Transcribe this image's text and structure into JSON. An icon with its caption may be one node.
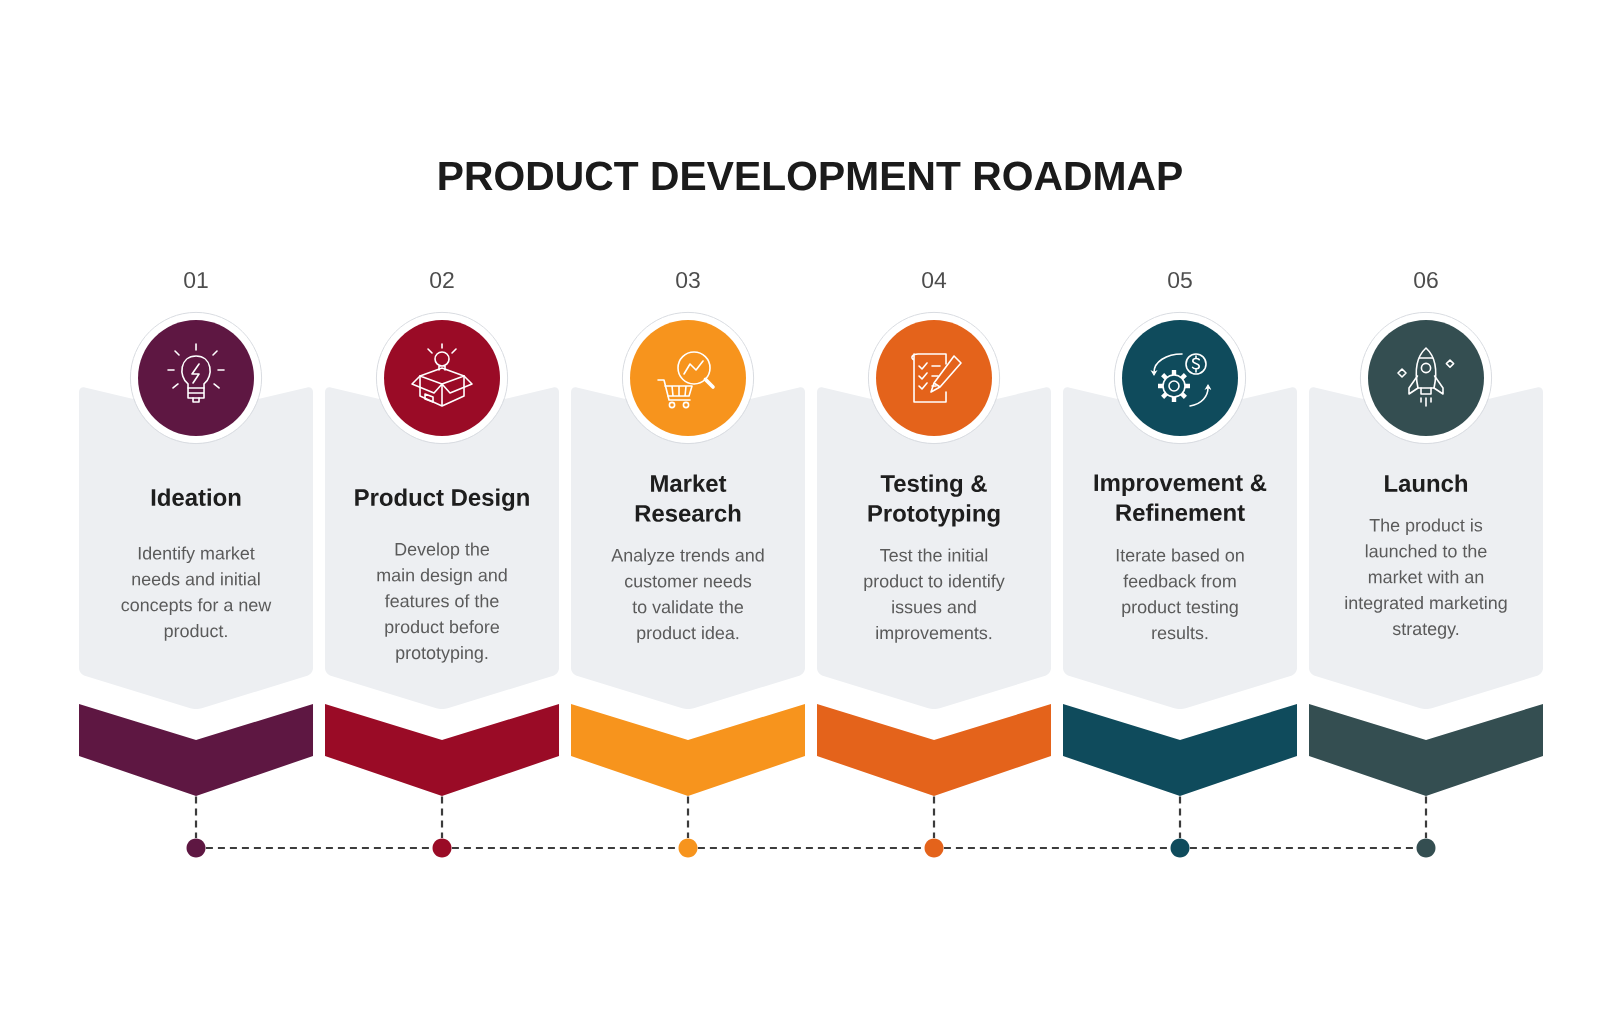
{
  "diagram": {
    "title": "PRODUCT DEVELOPMENT ROADMAP",
    "nodes": [
      {
        "text": [
          "Ideation",
          "Identify market needs and initial concepts for a new product."
        ]
      },
      {
        "text": [
          "Product Design",
          "Develop the main design and features of the product before prototyping."
        ]
      },
      {
        "text": [
          "Market Research",
          "Analyze trends and customer needs to validate the product idea."
        ]
      },
      {
        "text": [
          "Testing & Prototyping",
          "Test the initial product to identify issues and improvements."
        ]
      },
      {
        "text": [
          "Improvement & Refinement",
          "Iterate based on feedback from product testing results."
        ]
      },
      {
        "text": [
          "Launch",
          "The product is launched to the market with an integrated marketing strategy."
        ]
      },
      {
        "text": [],
        "shape": "chevron"
      },
      {
        "text": [],
        "shape": "chevron"
      },
      {
        "text": [],
        "shape": "chevron"
      },
      {
        "text": [],
        "shape": "chevron"
      },
      {
        "text": [],
        "shape": "chevron"
      },
      {
        "text": [],
        "shape": "chevron"
      },
      {
        "text": [],
        "shape": "circle"
      },
      {
        "text": [],
        "shape": "circle"
      },
      {
        "text": [],
        "shape": "circle"
      },
      {
        "text": [],
        "shape": "circle"
      },
      {
        "text": [],
        "shape": "circle"
      },
      {
        "text": [],
        "shape": "circle"
      }
    ],
    "edges": [
      {
        "from": 6,
        "to": 12,
        "arrow": "none",
        "style": "dashed"
      },
      {
        "from": 7,
        "to": 13,
        "arrow": "none",
        "style": "dashed"
      },
      {
        "from": 8,
        "to": 14,
        "arrow": "none",
        "style": "dashed"
      },
      {
        "from": 9,
        "to": 15,
        "arrow": "none",
        "style": "dashed"
      },
      {
        "from": 10,
        "to": 16,
        "arrow": "none",
        "style": "dashed"
      },
      {
        "from": 11,
        "to": 17,
        "arrow": "none",
        "style": "dashed"
      },
      {
        "from": 12,
        "to": 13,
        "arrow": "none",
        "style": "dashed"
      },
      {
        "from": 13,
        "to": 14,
        "arrow": "none",
        "style": "dashed"
      },
      {
        "from": 14,
        "to": 15,
        "arrow": "none",
        "style": "dashed"
      },
      {
        "from": 15,
        "to": 16,
        "arrow": "none",
        "style": "dashed"
      },
      {
        "from": 16,
        "to": 17,
        "arrow": "none",
        "style": "dashed"
      }
    ],
    "labels": [
      "01",
      "02",
      "03",
      "04",
      "05",
      "06"
    ]
  }
}
